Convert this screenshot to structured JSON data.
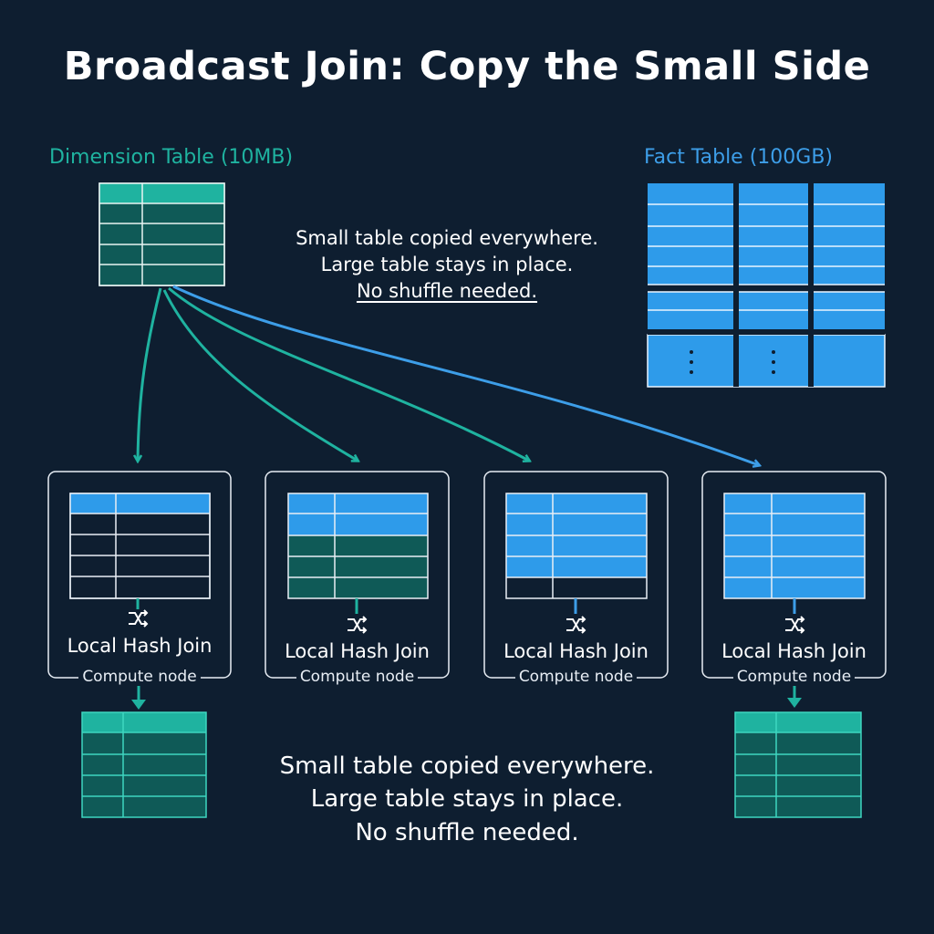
{
  "title": "Broadcast Join: Copy the Small Side",
  "dimension_table": {
    "label": "Dimension Table (10MB)",
    "color": "#1fb3a0"
  },
  "fact_table": {
    "label": "Fact Table (100GB)",
    "color": "#3d9ee8"
  },
  "note_top": {
    "line1": "Small table copied everywhere.",
    "line2": "Large table stays in place.",
    "line3": "No shuffle needed."
  },
  "note_bottom": {
    "line1": "Small table copied everywhere.",
    "line2": "Large table stays in place.",
    "line3": "No shuffle needed."
  },
  "nodes": [
    {
      "join_label": "Local Hash Join",
      "node_label": "Compute node"
    },
    {
      "join_label": "Local Hash Join",
      "node_label": "Compute node"
    },
    {
      "join_label": "Local Hash Join",
      "node_label": "Compute node"
    },
    {
      "join_label": "Local Hash Join",
      "node_label": "Compute node"
    }
  ],
  "colors": {
    "background": "#0e1e30",
    "teal": "#1fb3a0",
    "dark_teal": "#0f5a57",
    "blue": "#3d9ee8",
    "white": "#ffffff"
  },
  "icons": [
    "shuffle-icon"
  ]
}
